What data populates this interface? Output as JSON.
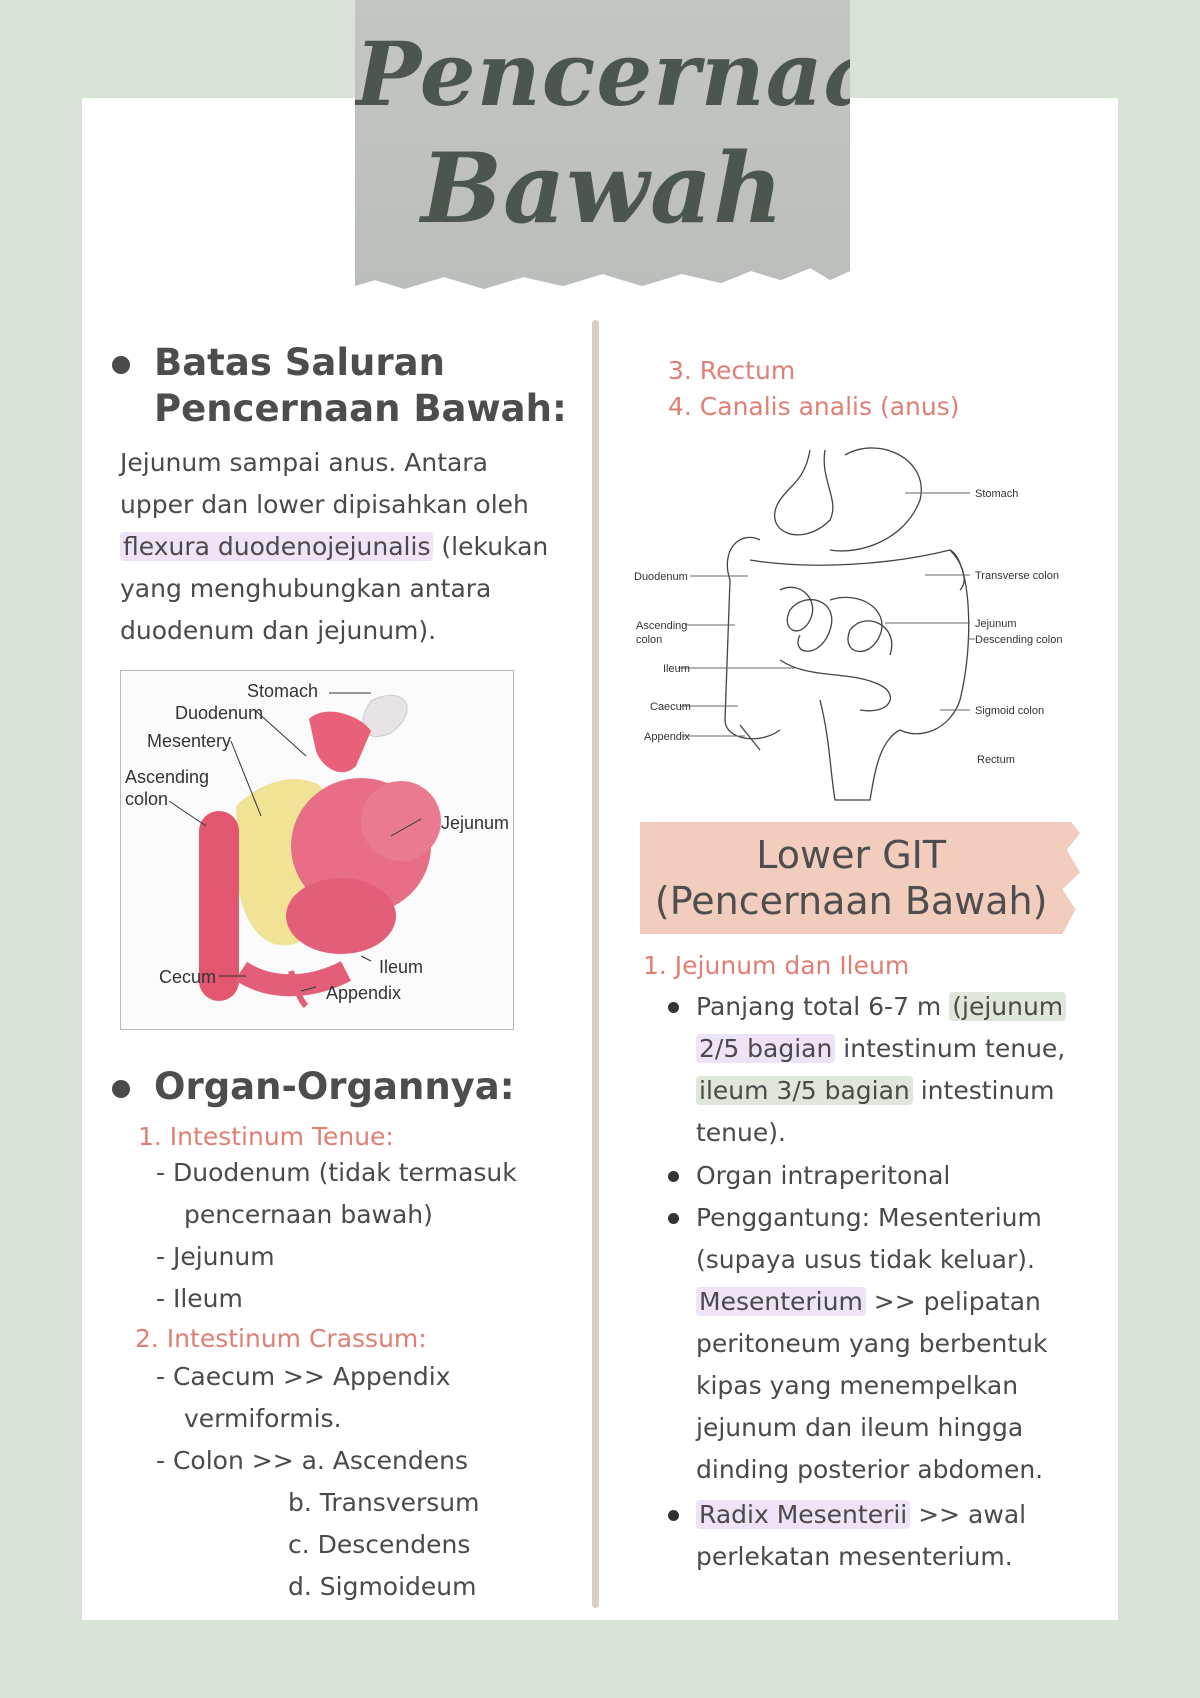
{
  "title": {
    "line1": "Pencernaan",
    "line2": "Bawah"
  },
  "left": {
    "section1": {
      "heading1": "Batas Saluran",
      "heading2": "Pencernaan Bawah:",
      "para": {
        "l1": "Jejunum sampai anus. Antara",
        "l2": "upper dan lower dipisahkan oleh",
        "l3_hl": "flexura duodenojejunalis",
        "l3_rest": " (lekukan",
        "l4": "yang menghubungkan antara",
        "l5": "duodenum dan jejunum)."
      }
    },
    "figure1_labels": {
      "stomach": "Stomach",
      "duodenum": "Duodenum",
      "mesentery": "Mesentery",
      "ascending": "Ascending",
      "colon": "colon",
      "jejunum": "Jejunum",
      "ileum": "Ileum",
      "cecum": "Cecum",
      "appendix": "Appendix"
    },
    "section2": {
      "heading": "Organ-Organnya:",
      "sub1": "1. Intestinum Tenue:",
      "sub1_items": [
        "- Duodenum (tidak termasuk",
        "pencernaan bawah)",
        "- Jejunum",
        "- Ileum"
      ],
      "sub2": "2. Intestinum Crassum:",
      "sub2_items": [
        "- Caecum >> Appendix",
        "vermiformis.",
        "- Colon >> a. Ascendens",
        "b. Transversum",
        "c. Descendens",
        "d. Sigmoideum"
      ]
    }
  },
  "right": {
    "list_cont": [
      "3. Rectum",
      "4. Canalis analis (anus)"
    ],
    "figure2_labels": {
      "stomach": "Stomach",
      "duodenum": "Duodenum",
      "transverse": "Transverse colon",
      "ascending1": "Ascending",
      "ascending2": "colon",
      "jejunum": "Jejunum",
      "descending": "Descending colon",
      "ileum": "Ileum",
      "caecum": "Caecum",
      "sigmoid": "Sigmoid colon",
      "appendix": "Appendix",
      "rectum": "Rectum"
    },
    "banner": {
      "line1": "Lower GIT",
      "line2": "(Pencernaan Bawah)"
    },
    "sub1": "1. Jejunum dan Ileum",
    "b1": {
      "l1_a": "Panjang total 6-7 m ",
      "l1_hl": "(jejunum",
      "l2_hl": "2/5 bagian",
      "l2_rest": " intestinum tenue,",
      "l3_hl": "ileum 3/5 bagian",
      "l3_rest": " intestinum",
      "l4": "tenue)."
    },
    "b2": "Organ intraperitonal",
    "b3": {
      "l1": "Penggantung: Mesenterium",
      "l2": "(supaya usus tidak keluar).",
      "l3_hl": "Mesenterium",
      "l3_rest": " >> pelipatan",
      "l4": "peritoneum yang berbentuk",
      "l5": "kipas yang menempelkan",
      "l6": "jejunum dan ileum hingga",
      "l7": "dinding posterior abdomen."
    },
    "b4": {
      "l1_hl": "Radix Mesenterii",
      "l1_rest": " >> awal",
      "l2": "perlekatan mesenterium."
    }
  }
}
